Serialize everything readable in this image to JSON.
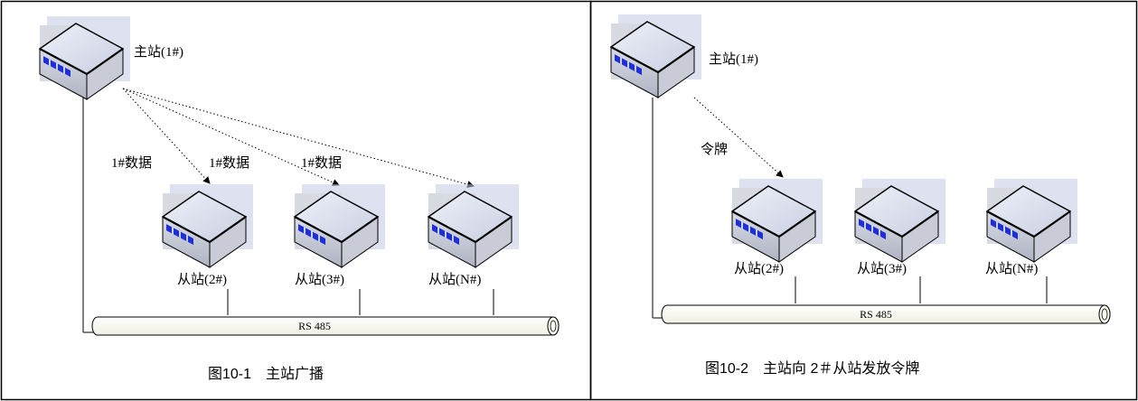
{
  "panel1": {
    "master_label": "主站(1#)",
    "slaves": [
      "从站(2#)",
      "从站(3#)",
      "从站(N#)"
    ],
    "data_labels": [
      "1#数据",
      "1#数据",
      "1#数据"
    ],
    "bus_label": "RS 485",
    "caption": "图10-1　主站广播"
  },
  "panel2": {
    "master_label": "主站(1#)",
    "slaves": [
      "从站(2#)",
      "从站(3#)",
      "从站(N#)"
    ],
    "token_label": "令牌",
    "bus_label": "RS 485",
    "caption": "图10-2　主站向 2＃从站发放令牌"
  },
  "colors": {
    "device_top": "#dfe3f0",
    "device_front": "#c7cbd6",
    "device_shadow": "#b9c4e0",
    "port_blue": "#1f2fd6",
    "bus_fill": "#fbfbf2",
    "line": "#000000"
  }
}
